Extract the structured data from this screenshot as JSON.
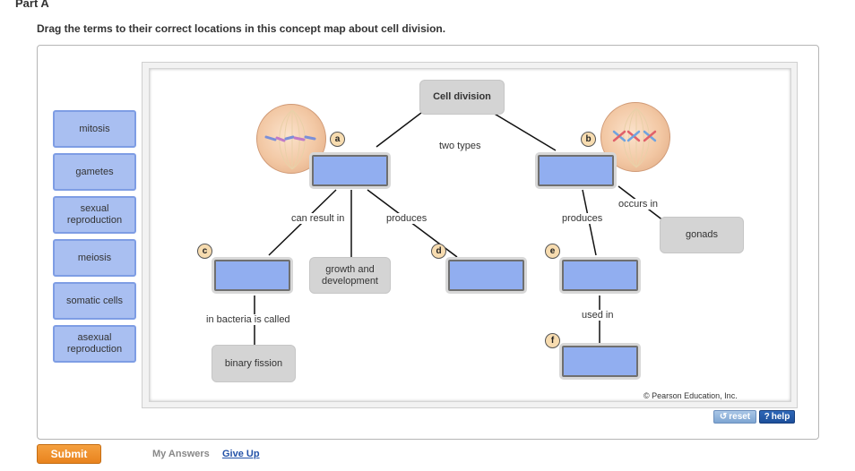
{
  "header": {
    "part_title": "Part A",
    "instruction": "Drag the terms to their correct locations in this concept map about cell division."
  },
  "terms": [
    {
      "label": "mitosis"
    },
    {
      "label": "gametes"
    },
    {
      "label": "sexual\nreproduction"
    },
    {
      "label": "meiosis"
    },
    {
      "label": "somatic cells"
    },
    {
      "label": "asexual\nreproduction"
    }
  ],
  "map": {
    "root": "Cell division",
    "fixed_nodes": {
      "gonads": "gonads",
      "growth": "growth and\ndevelopment",
      "binary_fission": "binary fission"
    },
    "link_labels": {
      "two_types": "two types",
      "can_result_in": "can result in",
      "produces_left": "produces",
      "produces_right": "produces",
      "occurs_in": "occurs in",
      "in_bacteria": "in bacteria is called",
      "used_in": "used in"
    },
    "badges": {
      "a": "a",
      "b": "b",
      "c": "c",
      "d": "d",
      "e": "e",
      "f": "f"
    },
    "copyright": "© Pearson Education, Inc."
  },
  "controls": {
    "reset_icon": "↺",
    "reset_label": "reset",
    "help_icon": "?",
    "help_label": "help",
    "submit_label": "Submit",
    "my_answers_label": "My Answers",
    "give_up_label": "Give Up"
  },
  "colors": {
    "target_fill": "#91aef0",
    "term_fill": "#a9bff1",
    "submit": "#e8831e",
    "help": "#1d4f9a"
  }
}
